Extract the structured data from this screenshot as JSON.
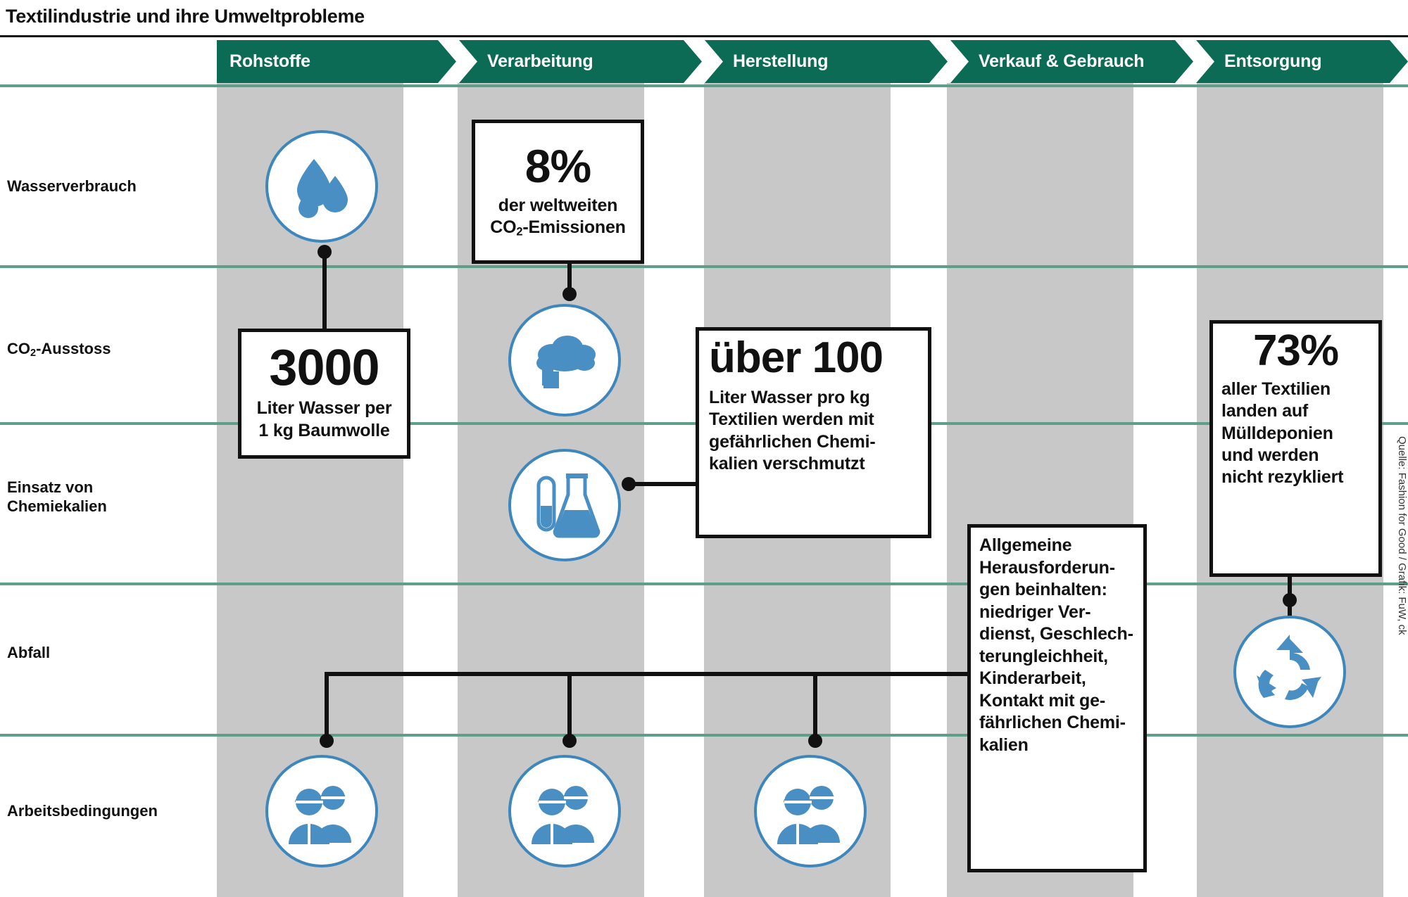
{
  "title": "Textilindustrie und ihre Umweltprobleme",
  "colors": {
    "chevron_green": "#0b6b55",
    "row_line_green": "#5e9e8a",
    "band_gray": "#c8c8c8",
    "icon_blue": "#3d87bd",
    "box_border": "#111111",
    "background": "#ffffff"
  },
  "stages": [
    {
      "label": "Rohstoffe"
    },
    {
      "label": "Verarbeitung"
    },
    {
      "label": "Herstellung"
    },
    {
      "label": "Verkauf & Gebrauch"
    },
    {
      "label": "Entsorgung"
    }
  ],
  "rows": [
    {
      "label_html": "Wasserverbrauch",
      "label": "Wasserverbrauch"
    },
    {
      "label_html": "CO<sub>2</sub>-Ausstoss",
      "label": "CO2-Ausstoss"
    },
    {
      "label_line1": "Einsatz von",
      "label_line2": "Chemiekalien",
      "label": "Einsatz von Chemiekalien"
    },
    {
      "label_html": "Abfall",
      "label": "Abfall"
    },
    {
      "label_html": "Arbeitsbedingungen",
      "label": "Arbeitsbedingungen"
    }
  ],
  "icons": [
    {
      "name": "water-drops-icon",
      "row": "Wasserverbrauch",
      "stage": "Rohstoffe"
    },
    {
      "name": "co2-cloud-icon",
      "row": "CO2-Ausstoss",
      "stage": "Verarbeitung"
    },
    {
      "name": "chemicals-flask-icon",
      "row": "Einsatz von Chemiekalien",
      "stage": "Verarbeitung"
    },
    {
      "name": "recycling-icon",
      "row": "Abfall",
      "stage": "Entsorgung"
    },
    {
      "name": "workers-icon",
      "row": "Arbeitsbedingungen",
      "stage": "Rohstoffe"
    },
    {
      "name": "workers-icon",
      "row": "Arbeitsbedingungen",
      "stage": "Verarbeitung"
    },
    {
      "name": "workers-icon",
      "row": "Arbeitsbedingungen",
      "stage": "Herstellung"
    }
  ],
  "callouts": {
    "water_cotton": {
      "big": "3000",
      "line1": "Liter Wasser per",
      "line2": "1 kg Baumwolle"
    },
    "co2_emissions": {
      "big": "8%",
      "line1": "der weltweiten",
      "line2_pre": "CO",
      "line2_sub": "2",
      "line2_post": "-Emissionen"
    },
    "chemicals_water": {
      "big": "über 100",
      "line1": "Liter Wasser pro kg",
      "line2": "Textilien werden mit",
      "line3": "gefährlichen Chemi-",
      "line4": "kalien verschmutzt"
    },
    "landfill": {
      "big": "73%",
      "line1": "aller Textilien",
      "line2": "landen auf",
      "line3": "Mülldeponien",
      "line4": "und werden",
      "line5": "nicht rezykliert"
    },
    "general_challenges": {
      "line1": "Allgemeine",
      "line2": "Herausforderun-",
      "line3": "gen beinhalten:",
      "line4": "niedriger Ver-",
      "line5": "dienst, Geschlech-",
      "line6": "terungleichheit,",
      "line7": "Kinderarbeit,",
      "line8": "Kontakt mit ge-",
      "line9": "fährlichen Chemi-",
      "line10": "kalien"
    }
  },
  "credit": "Quelle: Fashion for Good / Grafik: FuW, ck"
}
